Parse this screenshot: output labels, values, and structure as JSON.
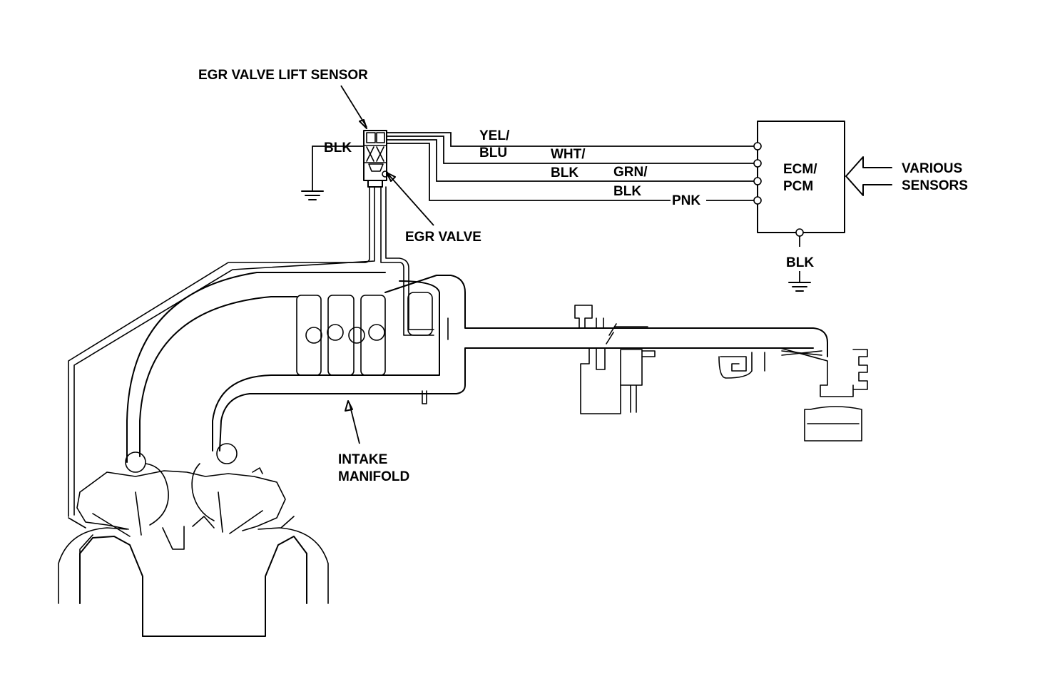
{
  "labels": {
    "egr_lift_sensor": "EGR VALVE LIFT SENSOR",
    "egr_valve": "EGR VALVE",
    "intake_manifold_1": "INTAKE",
    "intake_manifold_2": "MANIFOLD",
    "ecm_1": "ECM/",
    "ecm_2": "PCM",
    "various_1": "VARIOUS",
    "various_2": "SENSORS",
    "ground_sensor": "BLK",
    "ground_ecm": "BLK"
  },
  "wires": [
    {
      "top": "YEL/",
      "bottom": "BLU"
    },
    {
      "top": "WHT/",
      "bottom": "BLK"
    },
    {
      "top": "GRN/",
      "bottom": "BLK"
    },
    {
      "top": "PNK",
      "bottom": ""
    }
  ],
  "colors": {
    "line": "#000000",
    "background": "#ffffff"
  }
}
